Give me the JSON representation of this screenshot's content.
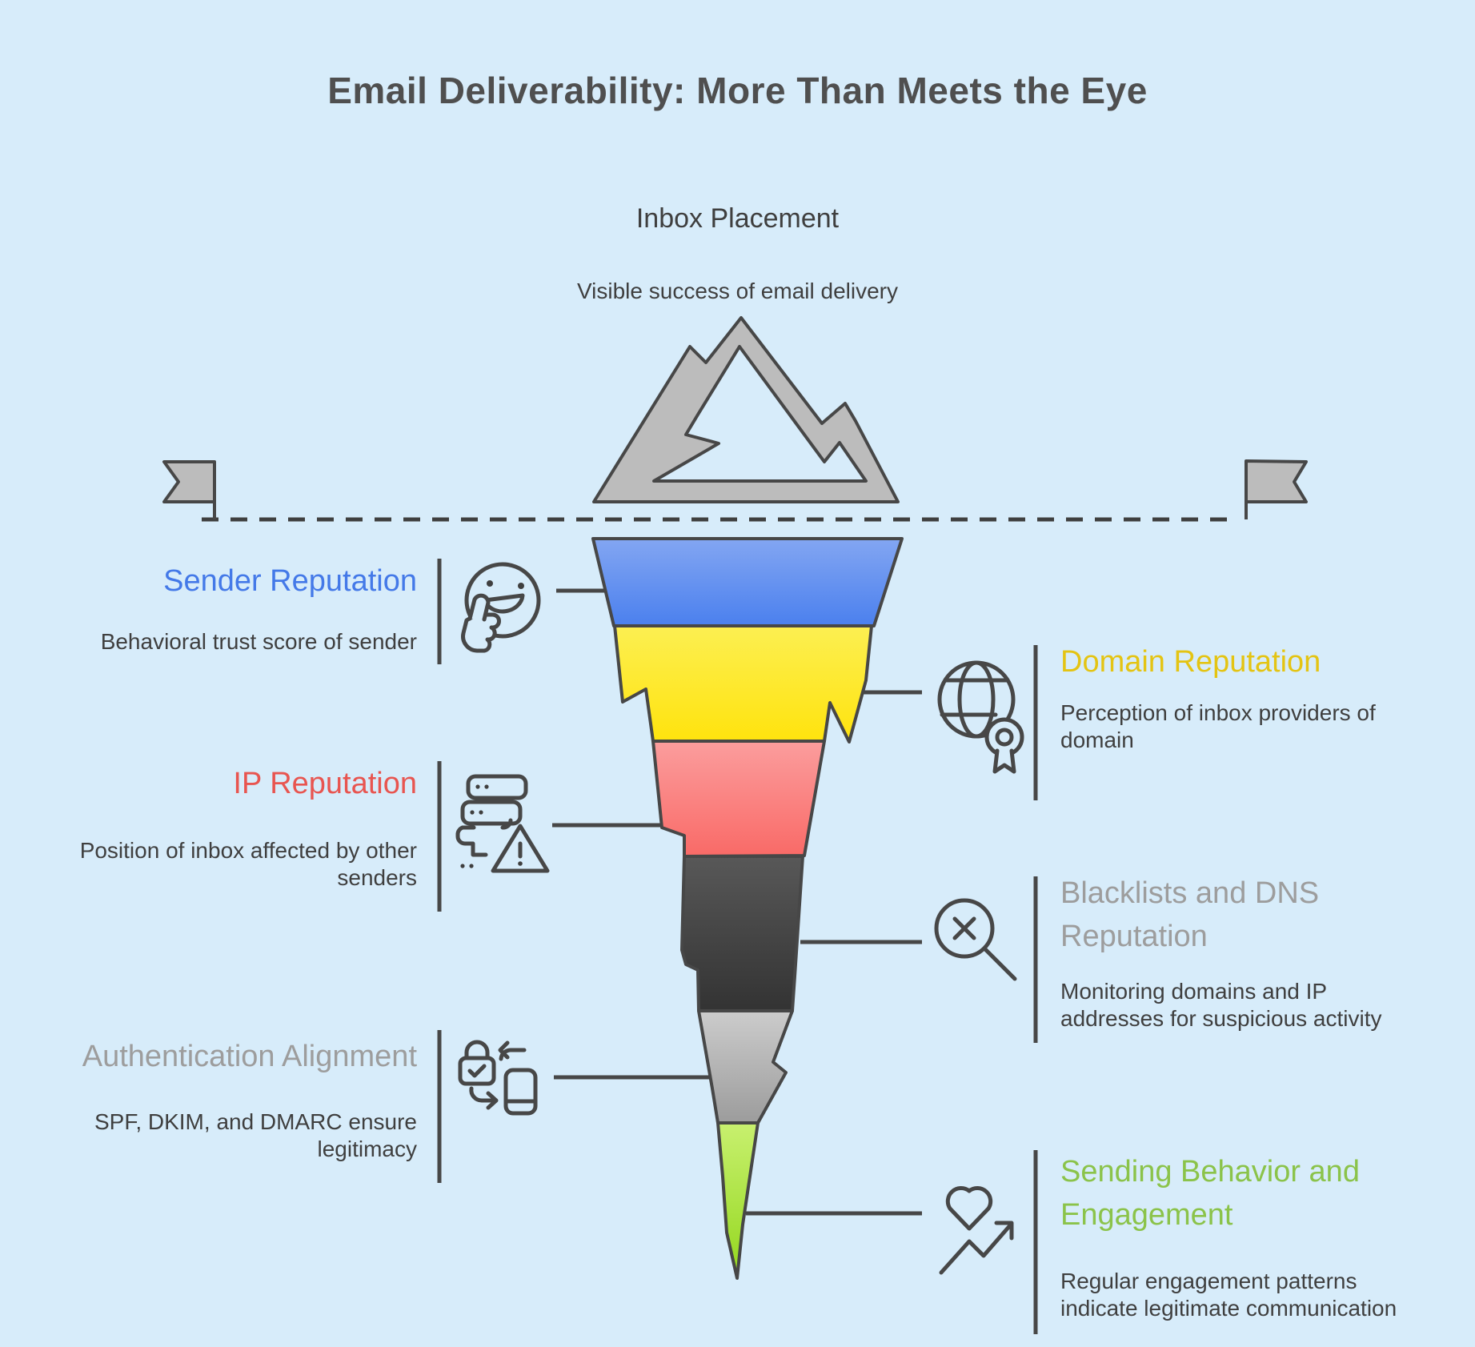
{
  "header": {
    "title": "Email Deliverability: More Than Meets the Eye",
    "surface_title": "Inbox Placement",
    "surface_subtitle": "Visible success of email delivery"
  },
  "sections": {
    "sender": {
      "title": "Sender Reputation",
      "body": "Behavioral trust score of sender"
    },
    "domain": {
      "title": "Domain Reputation",
      "body": "Perception of inbox providers of domain"
    },
    "ip": {
      "title": "IP Reputation",
      "body": "Position of inbox affected by other senders"
    },
    "blacklists": {
      "title": "Blacklists and DNS Reputation",
      "body": "Monitoring domains and IP addresses for suspicious activity"
    },
    "auth": {
      "title": "Authentication Alignment",
      "body": "SPF, DKIM, and DMARC ensure legitimacy"
    },
    "sending": {
      "title": "Sending Behavior and Engagement",
      "body": "Regular engagement patterns indicate legitimate communication"
    }
  },
  "funnel": {
    "segments": [
      {
        "name": "sender-reputation",
        "color_top": "#83a6f2",
        "color_bottom": "#4b80ee"
      },
      {
        "name": "domain-reputation",
        "color_top": "#fcef52",
        "color_bottom": "#ffe30d"
      },
      {
        "name": "ip-reputation",
        "color_top": "#fb9d9d",
        "color_bottom": "#f96a67"
      },
      {
        "name": "blacklists-dns",
        "color_top": "#585858",
        "color_bottom": "#333333"
      },
      {
        "name": "authentication",
        "color_top": "#cccccc",
        "color_bottom": "#9c9c9c"
      },
      {
        "name": "sending-behavior",
        "color_top": "#c8f06f",
        "color_bottom": "#93d71d"
      }
    ]
  },
  "icons": {
    "sender": "thumbs-up-smiley-icon",
    "domain": "globe-award-icon",
    "ip": "server-warning-icon",
    "blacklists": "magnifier-x-icon",
    "auth": "lock-device-sync-icon",
    "sending": "heart-trend-icon",
    "waterline_left": "flag-icon",
    "waterline_right": "flag-icon",
    "surface": "mountain-icon"
  },
  "colors": {
    "bg": "#d7ecfa",
    "ink": "#3f3f3f",
    "ink-strong": "#4f4f4f",
    "line": "#474747",
    "mountain": "#bcbcbc",
    "title-sender": "#4479e8",
    "title-domain": "#e4c413",
    "title-ip": "#e85550",
    "title-gray": "#9d9d9d",
    "title-sending": "#8bc34a",
    "seg-blue-top": "#83a6f2",
    "seg-blue-bottom": "#4b80ee",
    "seg-yellow-top": "#fcef52",
    "seg-yellow-bottom": "#ffe30d",
    "seg-red-top": "#fb9d9d",
    "seg-red-bottom": "#f96a67",
    "seg-dark-top": "#585858",
    "seg-dark-bottom": "#333333",
    "seg-gray-top": "#cccccc",
    "seg-gray-bottom": "#9c9c9c",
    "seg-green-top": "#c8f06f",
    "seg-green-bottom": "#93d71d"
  }
}
